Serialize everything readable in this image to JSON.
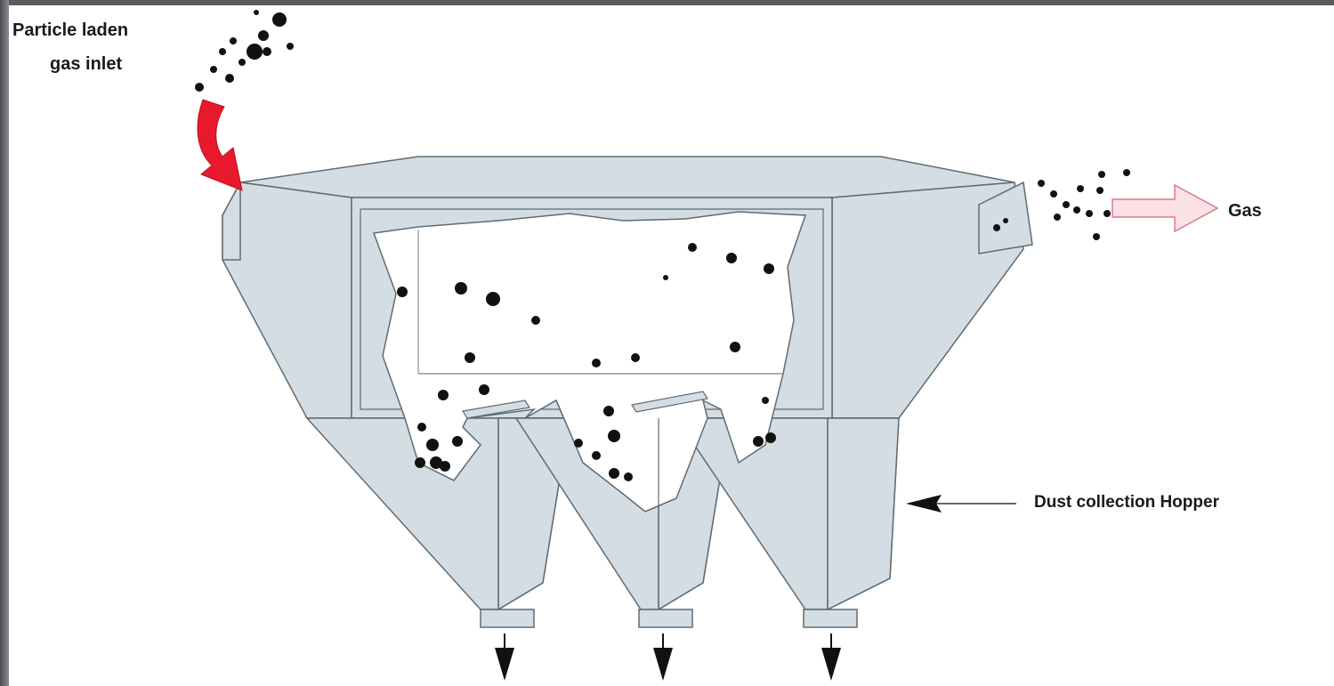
{
  "labels": {
    "inlet_line1": "Particle laden",
    "inlet_line2": "gas inlet",
    "outlet": "Gas",
    "hopper": "Dust collection Hopper"
  },
  "colors": {
    "body_fill": "#d3dde3",
    "body_stroke": "#5f6b72",
    "interior": "#ffffff",
    "inlet_arrow": "#e8192c",
    "outlet_arrow_fill": "#fbe1e6",
    "outlet_arrow_stroke": "#d77a8a",
    "particles": "#111111",
    "background_frame": "#6e6e74"
  },
  "icons": {
    "inlet_arrow": "curved-down-arrow-icon",
    "outlet_arrow": "hollow-right-arrow-icon",
    "hopper_pointer": "left-pointer-arrow-icon",
    "discharge": "down-arrow-icon"
  }
}
